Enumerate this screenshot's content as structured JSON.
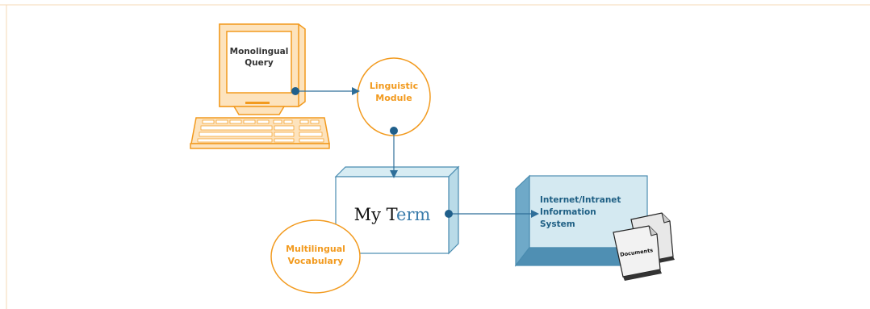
{
  "computer": {
    "screen_text_line1": "Monolingual",
    "screen_text_line2": "Query"
  },
  "linguistic_module": {
    "line1": "Linguistic",
    "line2": "Module"
  },
  "my_term": {
    "part1": "My T",
    "part2": "erm"
  },
  "multilingual_vocabulary": {
    "line1": "Multilingual",
    "line2": "Vocabulary"
  },
  "information_system": {
    "line1": "Internet/Intranet",
    "line2": "Information",
    "line3": "System"
  },
  "documents": {
    "label": "Documents"
  },
  "colors": {
    "orange": "#f29a1e",
    "orange_fill": "#fde3bd",
    "blue_line": "#2e6e99",
    "dot": "#1f5f8b",
    "box_face": "#ffffff",
    "box_side": "#b9dbe8",
    "box_edge": "#4a8cb0",
    "info_face": "#cfe6ef",
    "info_text": "#1e5f84",
    "my_term_blue": "#3a7cab"
  }
}
